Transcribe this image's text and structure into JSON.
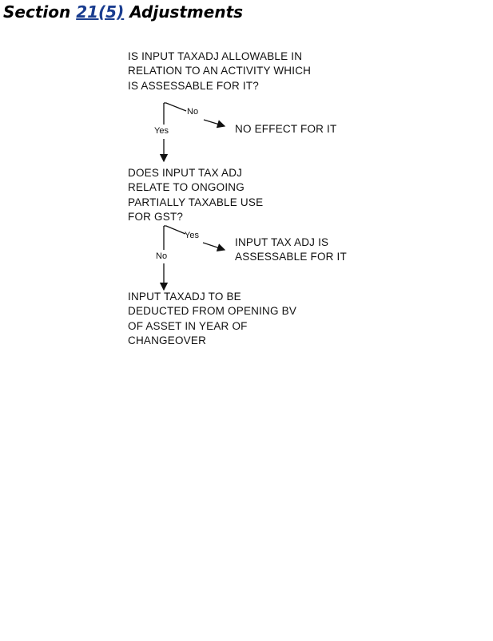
{
  "heading": {
    "prefix": "Section",
    "link": "21(5)",
    "suffix": "Adjustments"
  },
  "flowchart": {
    "q1": [
      "IS INPUT TAXADJ ALLOWABLE IN",
      "RELATION TO AN ACTIVITY WHICH",
      "IS ASSESSABLE FOR IT?"
    ],
    "q1_no_label": "No",
    "q1_yes_label": "Yes",
    "q1_no_result": "NO EFFECT FOR IT",
    "q2": [
      "DOES INPUT TAX ADJ",
      "RELATE TO ONGOING",
      "PARTIALLY TAXABLE USE",
      "FOR GST?"
    ],
    "q2_yes_label": "Yes",
    "q2_no_label": "No",
    "q2_yes_result": [
      "INPUT TAX ADJ IS",
      "ASSESSABLE FOR IT"
    ],
    "q2_no_result": [
      "INPUT TAXADJ TO BE",
      "DEDUCTED FROM OPENING BV",
      "OF ASSET IN YEAR OF",
      "CHANGEOVER"
    ]
  }
}
